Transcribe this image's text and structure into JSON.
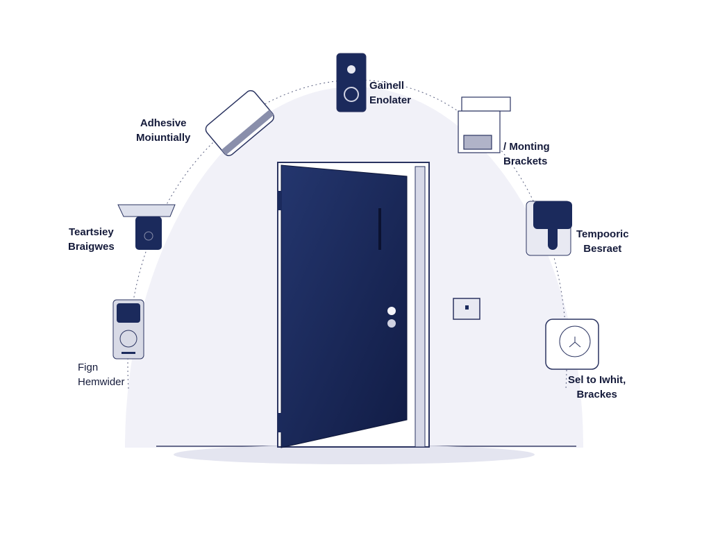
{
  "labels": {
    "top": [
      "Gainell",
      "Enolater"
    ],
    "adhesive": [
      "Adhesive",
      "Moiuntially"
    ],
    "mounting": [
      "/ Monting",
      "Brackets"
    ],
    "tearsity": [
      "Teartsiey",
      "Braigwes"
    ],
    "tempooric": [
      "Tempooric",
      "Besraet"
    ],
    "fign": [
      "Fign",
      "Hemwider"
    ],
    "selto": [
      "Sel to Iwhit,",
      "Brackes"
    ]
  },
  "colors": {
    "navy": "#1b2a5c",
    "background": "#f1f1f8",
    "outline": "#2a3360"
  }
}
